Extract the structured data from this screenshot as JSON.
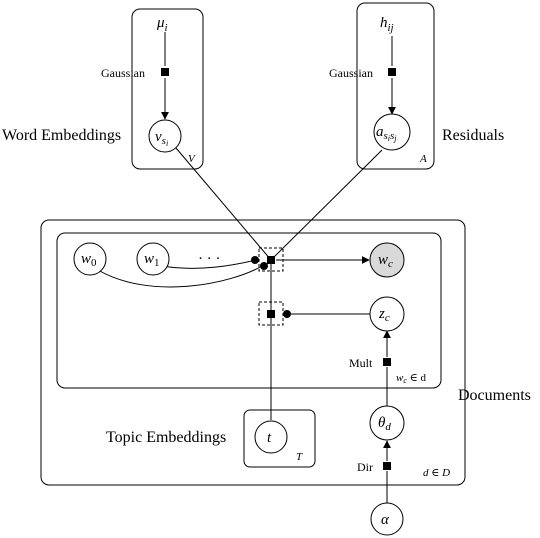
{
  "plates": {
    "word_embeddings": {
      "label": "Word Embeddings",
      "index": "V"
    },
    "residuals": {
      "label": "Residuals",
      "index": "A"
    },
    "documents": {
      "label": "Documents",
      "index": "d ∈ D"
    },
    "words": {
      "index": "w",
      "index_sub": "c",
      "index_rest": " ∈ d"
    },
    "topic_embeddings": {
      "label": "Topic Embeddings",
      "index": "T"
    }
  },
  "nodes": {
    "mu": {
      "base": "μ",
      "sub": "i"
    },
    "h": {
      "base": "h",
      "sub": "ij"
    },
    "v": {
      "base": "v",
      "sub": "s",
      "subsub": "i"
    },
    "a": {
      "base": "a",
      "sub": "s",
      "sub2": "i",
      "sub3": "s",
      "sub4": "j"
    },
    "w0": {
      "base": "w",
      "sub": "0"
    },
    "w1": {
      "base": "w",
      "sub": "1"
    },
    "ellipsis": "· · ·",
    "wc": {
      "base": "w",
      "sub": "c",
      "observed": true
    },
    "zc": {
      "base": "z",
      "sub": "c"
    },
    "t": {
      "base": "t"
    },
    "theta": {
      "base": "θ",
      "sub": "d"
    },
    "alpha": {
      "base": "α"
    }
  },
  "factors": {
    "gaussian_left": "Gaussian",
    "gaussian_right": "Gaussian",
    "mult": "Mult",
    "dir": "Dir"
  },
  "colors": {
    "stroke": "#000000",
    "observed_fill": "#d9d9d9",
    "background": "#ffffff"
  }
}
